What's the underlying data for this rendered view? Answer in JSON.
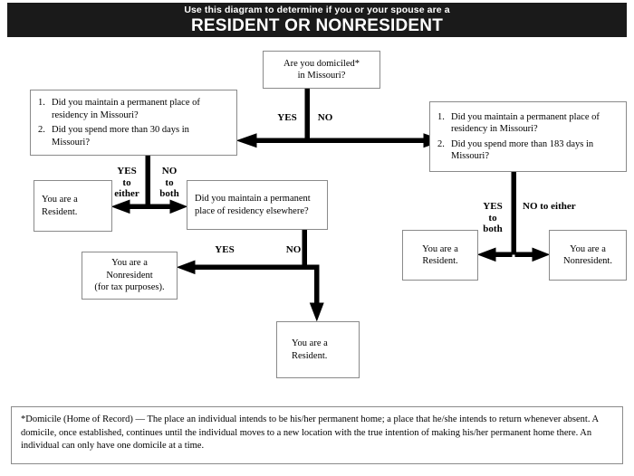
{
  "header": {
    "line1": "Use this diagram to determine if you or your spouse are a",
    "line2": "RESIDENT OR NONRESIDENT",
    "background": "#1a1a1a",
    "text_color": "#ffffff"
  },
  "nodes": {
    "start": {
      "line1": "Are you domiciled*",
      "line2": "in Missouri?"
    },
    "yes_questions": {
      "item1_num": "1.",
      "item1_text": "Did you maintain a permanent place of residency in Missouri?",
      "item2_num": "2.",
      "item2_text": "Did you spend more than 30 days in Missouri?"
    },
    "no_questions": {
      "item1_num": "1.",
      "item1_text": "Did you maintain a permanent place of residency in Missouri?",
      "item2_num": "2.",
      "item2_text": "Did you spend more than 183 days in Missouri?"
    },
    "resident_left": {
      "line1": "You are a",
      "line2": "Resident."
    },
    "elsewhere": {
      "line1": "Did you maintain a permanent",
      "line2": "place of residency elsewhere?"
    },
    "nonresident_tax": {
      "line1": "You are a",
      "line2": "Nonresident",
      "line3": "(for tax purposes)."
    },
    "resident_bottom": {
      "line1": "You are a",
      "line2": "Resident."
    },
    "resident_right": {
      "line1": "You are a",
      "line2": "Resident."
    },
    "nonresident_right": {
      "line1": "You are a",
      "line2": "Nonresident."
    }
  },
  "edge_labels": {
    "top_yes": "YES",
    "top_no": "NO",
    "mid_yes_either": "YES\nto\neither",
    "mid_yes_either_l1": "YES",
    "mid_yes_either_l2": "to",
    "mid_yes_either_l3": "either",
    "mid_no_both_l1": "NO",
    "mid_no_both_l2": "to",
    "mid_no_both_l3": "both",
    "lower_yes": "YES",
    "lower_no": "NO",
    "right_yes_both_l1": "YES",
    "right_yes_both_l2": "to",
    "right_yes_both_l3": "both",
    "right_no_either": "NO to either"
  },
  "footnote": {
    "text": "*Domicile (Home of Record) — The place an individual intends to be his/her permanent home; a place that he/she intends to return whenever absent.  A domicile, once established, continues until the individual moves to a new location with the true intention of making his/her permanent home there.  An individual can only have one domicile at a time."
  }
}
